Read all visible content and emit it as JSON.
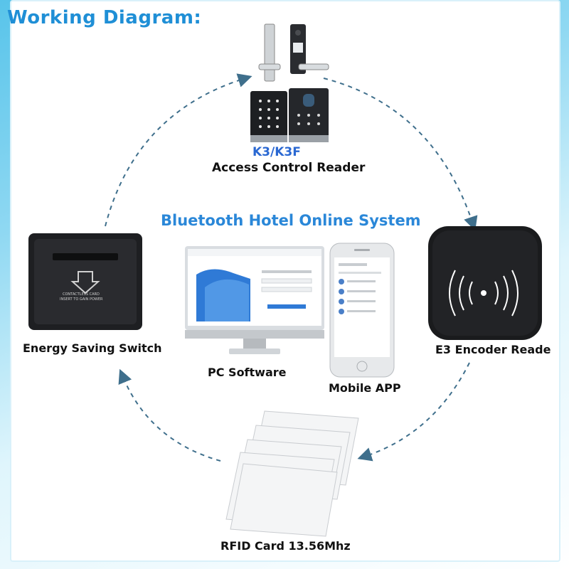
{
  "title": "Working Diagram:",
  "system_title": "Bluetooth Hotel Online System",
  "access_control": {
    "model": "K3/K3F",
    "label": "Access Control Reader"
  },
  "energy_switch": {
    "label": "Energy Saving Switch",
    "card_text_1": "CONTACTLESS CARD",
    "card_text_2": "INSERT TO GAIN POWER"
  },
  "encoder": {
    "label": "E3 Encoder Reade"
  },
  "pc": {
    "label": "PC Software"
  },
  "mobile": {
    "label": "Mobile APP"
  },
  "rfid": {
    "label": "RFID Card 13.56Mhz"
  },
  "colors": {
    "accent": "#2a87d8",
    "arrow": "#3f6f8c",
    "title": "#1f8fd6"
  }
}
